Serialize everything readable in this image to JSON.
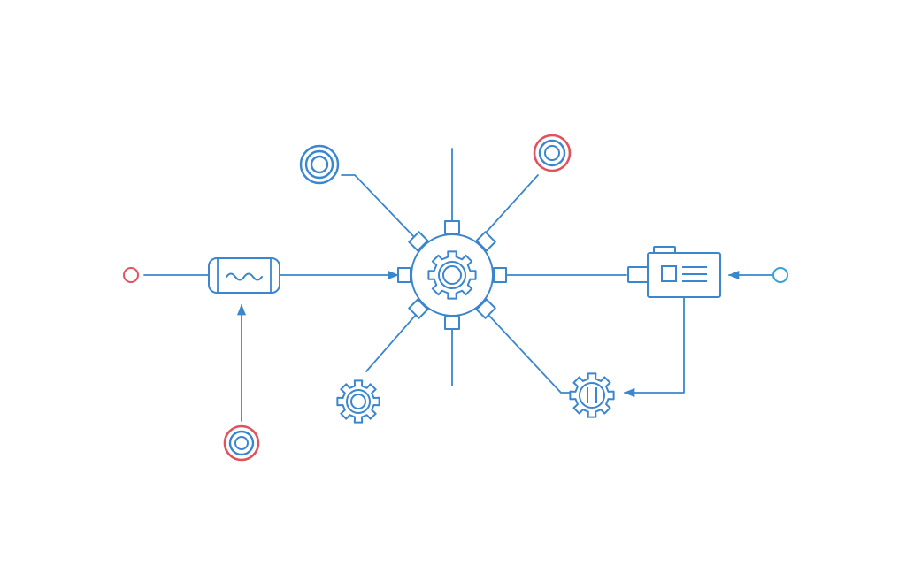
{
  "colors": {
    "background": "#ffffff",
    "primary": "#3b86cc",
    "accent": "#e0525e",
    "endpoint_cyan": "#35a3d4"
  },
  "nodes": [
    {
      "id": "input-node-left",
      "icon": "circle-node-icon",
      "color": "accent"
    },
    {
      "id": "filter-block",
      "icon": "wave-signal-icon",
      "color": "primary"
    },
    {
      "id": "central-gear",
      "icon": "gear-icon",
      "color": "primary"
    },
    {
      "id": "top-left-target",
      "icon": "concentric-circle-icon",
      "color": "primary"
    },
    {
      "id": "top-right-target",
      "icon": "concentric-circle-icon",
      "color": "accent"
    },
    {
      "id": "bottom-left-gear",
      "icon": "gear-icon",
      "color": "primary"
    },
    {
      "id": "bottom-right-gear",
      "icon": "gear-icon",
      "color": "primary"
    },
    {
      "id": "output-device",
      "icon": "device-panel-icon",
      "color": "primary"
    },
    {
      "id": "input-node-right",
      "icon": "circle-node-icon",
      "color": "endpoint_cyan"
    },
    {
      "id": "bottom-target",
      "icon": "concentric-circle-icon",
      "color": "accent"
    }
  ],
  "connections": [
    {
      "from": "input-node-left",
      "to": "filter-block",
      "arrow": false
    },
    {
      "from": "filter-block",
      "to": "central-gear",
      "arrow": true
    },
    {
      "from": "bottom-target",
      "to": "filter-block",
      "arrow": true
    },
    {
      "from": "top-left-target",
      "to": "central-gear",
      "arrow": false
    },
    {
      "from": "top-right-target",
      "to": "central-gear",
      "arrow": false
    },
    {
      "from": "central-gear",
      "to": "bottom-left-gear",
      "arrow": false
    },
    {
      "from": "central-gear",
      "to": "bottom-right-gear",
      "arrow": false
    },
    {
      "from": "central-gear",
      "to": "output-device",
      "arrow": false
    },
    {
      "from": "input-node-right",
      "to": "output-device",
      "arrow": true
    },
    {
      "from": "output-device",
      "to": "bottom-right-gear",
      "arrow": true
    }
  ]
}
